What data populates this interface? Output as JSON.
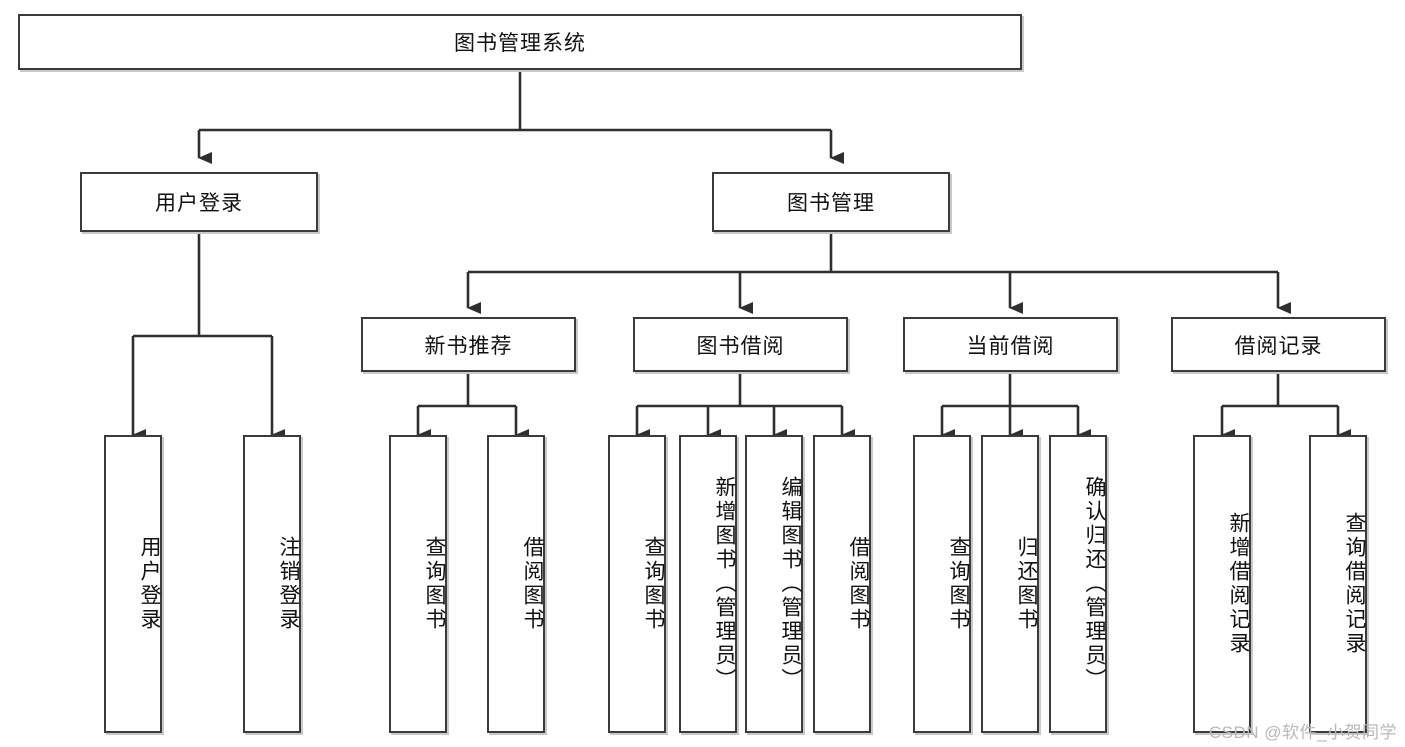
{
  "diagram": {
    "title": "图书管理系统",
    "type": "hierarchy-tree",
    "root": {
      "label": "图书管理系统"
    },
    "level2": [
      {
        "label": "用户登录"
      },
      {
        "label": "图书管理"
      }
    ],
    "level3": [
      {
        "label": "新书推荐"
      },
      {
        "label": "图书借阅"
      },
      {
        "label": "当前借阅"
      },
      {
        "label": "借阅记录"
      }
    ],
    "leaves": {
      "user_login": [
        {
          "label": "用户登录"
        },
        {
          "label": "注销登录"
        }
      ],
      "new_book_recommend": [
        {
          "label": "查询图书"
        },
        {
          "label": "借阅图书"
        }
      ],
      "book_borrow": [
        {
          "label": "查询图书"
        },
        {
          "label": "新增图书（管理员）"
        },
        {
          "label": "编辑图书（管理员）"
        },
        {
          "label": "借阅图书"
        }
      ],
      "current_borrow": [
        {
          "label": "查询图书"
        },
        {
          "label": "归还图书"
        },
        {
          "label": "确认归还（管理员）"
        }
      ],
      "borrow_record": [
        {
          "label": "新增借阅记录"
        },
        {
          "label": "查询借阅记录"
        }
      ]
    }
  },
  "watermark": {
    "text": "CSDN @软件_小贺同学"
  },
  "colors": {
    "box_border": "#3b3b3b",
    "box_fill": "#ffffff",
    "line": "#2f2f2f",
    "shadow": "#c9c9c9",
    "text": "#111111",
    "watermark": "#b9b9b9"
  }
}
